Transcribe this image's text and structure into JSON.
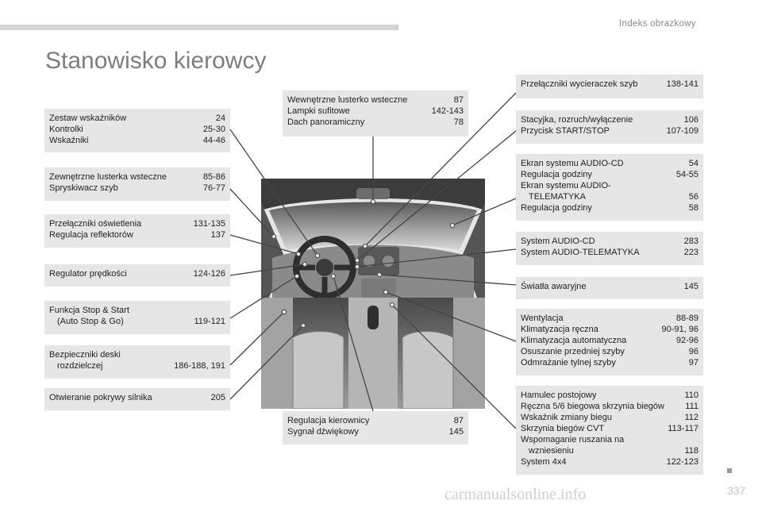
{
  "header": {
    "section": "Indeks obrazkowy",
    "title": "Stanowisko kierowcy"
  },
  "boxes": {
    "b1": [
      {
        "label": "Zestaw wskaźników",
        "page": "24"
      },
      {
        "label": "Kontrolki",
        "page": "25-30"
      },
      {
        "label": "Wskaźniki",
        "page": "44-46"
      }
    ],
    "b2": [
      {
        "label": "Zewnętrzne lusterka wsteczne",
        "page": "85-86"
      },
      {
        "label": "Spryskiwacz szyb",
        "page": "76-77"
      }
    ],
    "b3": [
      {
        "label": "Przełączniki oświetlenia",
        "page": "131-135"
      },
      {
        "label": "Regulacja reflektorów",
        "page": "137"
      }
    ],
    "b4": [
      {
        "label": "Regulator prędkości",
        "page": "124-126"
      }
    ],
    "b5": {
      "line1": "Funkcja Stop & Start",
      "line2": "(Auto Stop & Go)",
      "page": "119-121"
    },
    "b6": {
      "line1": "Bezpieczniki deski",
      "line2": "rozdzielczej",
      "page": "186-188, 191"
    },
    "b7": [
      {
        "label": "Otwieranie pokrywy silnika",
        "page": "205"
      }
    ],
    "c1": [
      {
        "label": "Wewnętrzne lusterko wsteczne",
        "page": "87"
      },
      {
        "label": "Lampki sufitowe",
        "page": "142-143"
      },
      {
        "label": "Dach panoramiczny",
        "page": "78"
      }
    ],
    "c2": [
      {
        "label": "Regulacja kierownicy",
        "page": "87"
      },
      {
        "label": "Sygnał dźwiękowy",
        "page": "145"
      }
    ],
    "r1": [
      {
        "label": "Przełączniki wycieraczek szyb",
        "page": "138-141"
      }
    ],
    "r2": [
      {
        "label": "Stacyjka, rozruch/wyłączenie",
        "page": "106"
      },
      {
        "label": "Przycisk START/STOP",
        "page": "107-109"
      }
    ],
    "r3": {
      "a": {
        "label": "Ekran systemu AUDIO-CD",
        "page": "54"
      },
      "b": {
        "label": "Regulacja godziny",
        "page": "54-55"
      },
      "c1": "Ekran systemu AUDIO-",
      "c2": {
        "label": "TELEMATYKA",
        "page": "56"
      },
      "d": {
        "label": "Regulacja godziny",
        "page": "58"
      }
    },
    "r4": [
      {
        "label": "System AUDIO-CD",
        "page": "283"
      },
      {
        "label": "System AUDIO-TELEMATYKA",
        "page": "223"
      }
    ],
    "r5": [
      {
        "label": "Światła awaryjne",
        "page": "145"
      }
    ],
    "r6": [
      {
        "label": "Wentylacja",
        "page": "88-89"
      },
      {
        "label": "Klimatyzacja ręczna",
        "page": "90-91, 96"
      },
      {
        "label": "Klimatyzacja automatyczna",
        "page": "92-96"
      },
      {
        "label": "Osuszanie przedniej szyby",
        "page": "96"
      },
      {
        "label": "Odmrażanie tylnej szyby",
        "page": "97"
      }
    ],
    "r7": {
      "a": {
        "label": "Hamulec postojowy",
        "page": "110"
      },
      "b": {
        "label": "Ręczna 5/6 biegowa skrzynia biegów",
        "page": "111"
      },
      "c": {
        "label": "Wskaźnik zmiany biegu",
        "page": "112"
      },
      "d": {
        "label": "Skrzynia biegów CVT",
        "page": "113-117"
      },
      "e1": "Wspomaganie ruszania na",
      "e2": {
        "label": "wzniesieniu",
        "page": "118"
      },
      "f": {
        "label": "System 4x4",
        "page": "122-123"
      }
    }
  },
  "footer": {
    "page_number": "337",
    "watermark": "carmanualsonline.info"
  }
}
